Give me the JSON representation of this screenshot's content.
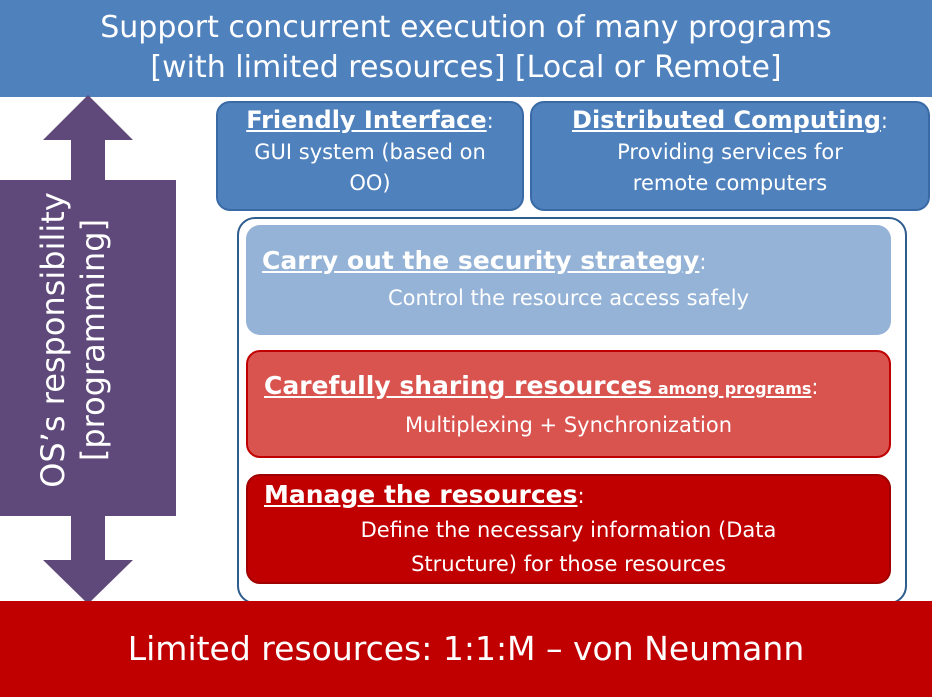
{
  "top_banner": {
    "line1": "Support concurrent execution of many programs",
    "line2": "[with limited resources] [Local or Remote]"
  },
  "side_label": {
    "line1": "OS’s responsibility",
    "line2": "[programming]"
  },
  "friendly": {
    "head": "Friendly Interface",
    "colon": ":",
    "body_line1": "GUI system (based on",
    "body_line2": "OO)"
  },
  "distributed": {
    "head": "Distributed Computing",
    "colon": ":",
    "body_line1": "Providing services for",
    "body_line2": "remote computers"
  },
  "security": {
    "head": "Carry out the security strategy",
    "colon": ":",
    "body": "Control the resource access safely"
  },
  "sharing": {
    "head": "Carefully sharing resources",
    "head_small": " among programs",
    "colon": ":",
    "body": "Multiplexing + Synchronization"
  },
  "manage": {
    "head": "Manage the resources",
    "colon": ":",
    "body_line1": "Define the necessary information (Data",
    "body_line2": "Structure) for those resources"
  },
  "bottom_banner": {
    "text": "Limited resources: 1:1:M – von Neumann"
  },
  "colors": {
    "blue": "#4f81bd",
    "light_blue": "#95b3d7",
    "light_red": "#d9534f",
    "red": "#c00000",
    "purple": "#5f497a"
  }
}
